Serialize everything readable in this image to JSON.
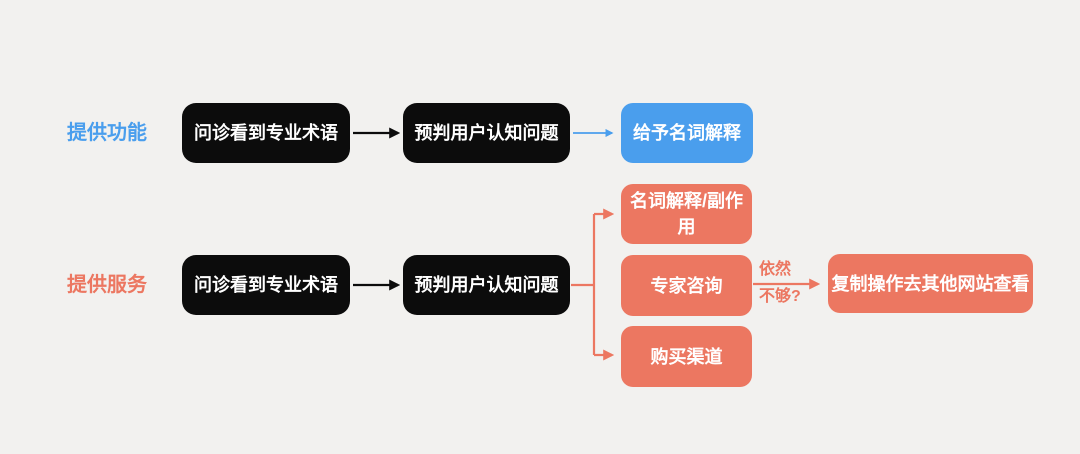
{
  "colors": {
    "bg": "#F2F1EF",
    "ink": "#0C0C0C",
    "blue": "#4A9EED",
    "salmon": "#EC7761",
    "text-light": "#FFFFFF"
  },
  "diagram": {
    "rows": [
      {
        "label": "提供功能",
        "steps": [
          "问诊看到专业术语",
          "预判用户认知问题"
        ],
        "result": "给予名词解释"
      },
      {
        "label": "提供服务",
        "steps": [
          "问诊看到专业术语",
          "预判用户认知问题"
        ],
        "branches": [
          "名词解释/副作用",
          "专家咨询",
          "购买渠道"
        ],
        "condition": {
          "line1": "依然",
          "line2": "不够?"
        },
        "result": "复制操作去其他网站查看"
      }
    ]
  }
}
